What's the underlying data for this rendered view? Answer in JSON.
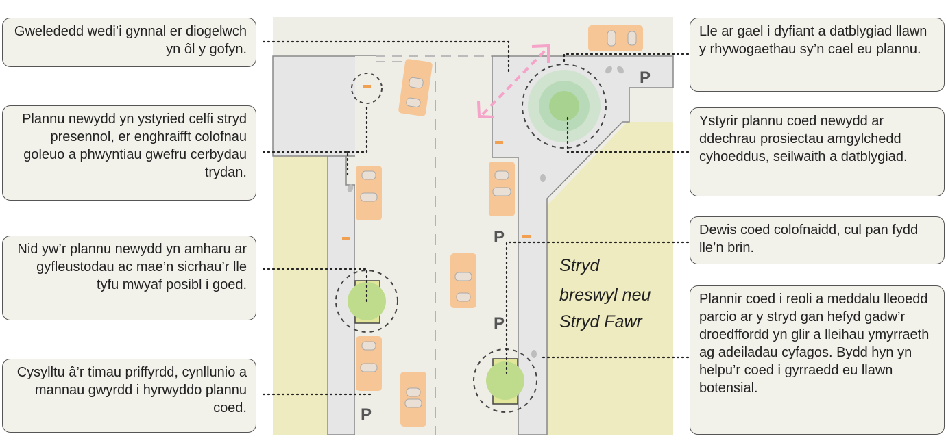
{
  "callouts": {
    "visibility": "Gwelededd wedi’i gynnal er diogelwch yn ôl y gofyn.",
    "street_furniture": "Plannu newydd yn ystyried celfi stryd presennol, er enghraifft colofnau goleuo a phwyntiau gwefru cerbydau trydan.",
    "no_impact_utilities": "Nid yw’r plannu newydd yn amharu ar gyfleustodau ac mae’n sicrhau’r lle tyfu mwyaf posibl i goed.",
    "liaise_teams": "Cysylltu â’r timau priffyrdd, cynllunio a mannau gwyrdd i hyrwyddo plannu coed.",
    "space_growth": "Lle ar gael i dyfiant a datblygiad llawn y rhywogaethau sy’n cael eu plannu.",
    "consider_early": "Ystyrir plannu coed newydd ar ddechrau prosiectau amgylchedd cyhoeddus, seilwaith a datblygiad.",
    "columnar_trees": "Dewis coed colofnaidd, cul pan fydd lle’n brin.",
    "parking_trees": "Plannir coed i reoli a meddalu lleoedd parcio ar y stryd gan hefyd gadw’r droedffordd yn glir a lleihau ymyrraeth ag adeiladau cyfagos. Bydd hyn yn helpu’r coed i gyrraedd eu llawn botensial."
  },
  "map": {
    "street_label_line1": "Stryd",
    "street_label_line2": "breswyl neu",
    "street_label_line3": "Stryd Fawr",
    "parking_symbol": "P"
  },
  "colors": {
    "background_land": "#efeee6",
    "green_space": "#efebc0",
    "pavement": "#e6e6e6",
    "car": "#f6c697",
    "tree_fill": "#bfdc8c",
    "tree_pit": "#e2e69a",
    "sightline_arrow": "#f5a3c8"
  }
}
